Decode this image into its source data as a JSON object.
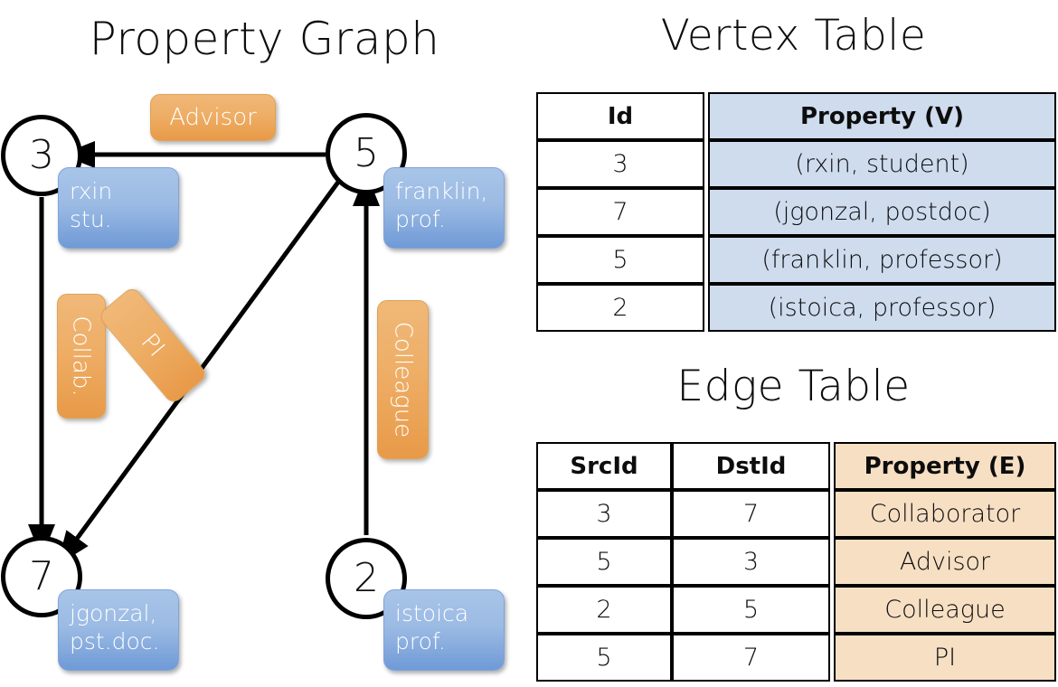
{
  "titles": {
    "property_graph": "Property Graph",
    "vertex_table": "Vertex Table",
    "edge_table": "Edge Table"
  },
  "colors": {
    "vertex_property_fill": "#cedcee",
    "edge_property_fill": "#f7dfc4",
    "vertex_box_fill": "#9cbbe4",
    "edge_label_fill": "#eeae66",
    "stroke": "#000000",
    "background": "#ffffff"
  },
  "graph": {
    "nodes": [
      {
        "id": "3",
        "label": "3",
        "property_line1": "rxin",
        "property_line2": "stu."
      },
      {
        "id": "5",
        "label": "5",
        "property_line1": "franklin,",
        "property_line2": "prof."
      },
      {
        "id": "7",
        "label": "7",
        "property_line1": "jgonzal,",
        "property_line2": "pst.doc."
      },
      {
        "id": "2",
        "label": "2",
        "property_line1": "istoica",
        "property_line2": "prof."
      }
    ],
    "edges": [
      {
        "src": "5",
        "dst": "3",
        "label": "Advisor"
      },
      {
        "src": "3",
        "dst": "7",
        "label": "Collab."
      },
      {
        "src": "5",
        "dst": "7",
        "label": "PI"
      },
      {
        "src": "2",
        "dst": "5",
        "label": "Colleague"
      }
    ]
  },
  "vertex_table": {
    "headers": [
      "Id",
      "Property (V)"
    ],
    "rows": [
      {
        "id": "3",
        "property": "(rxin, student)"
      },
      {
        "id": "7",
        "property": "(jgonzal, postdoc)"
      },
      {
        "id": "5",
        "property": "(franklin, professor)"
      },
      {
        "id": "2",
        "property": "(istoica, professor)"
      }
    ]
  },
  "edge_table": {
    "headers": [
      "SrcId",
      "DstId",
      "Property (E)"
    ],
    "rows": [
      {
        "src": "3",
        "dst": "7",
        "property": "Collaborator"
      },
      {
        "src": "5",
        "dst": "3",
        "property": "Advisor"
      },
      {
        "src": "2",
        "dst": "5",
        "property": "Colleague"
      },
      {
        "src": "5",
        "dst": "7",
        "property": "PI"
      }
    ]
  }
}
